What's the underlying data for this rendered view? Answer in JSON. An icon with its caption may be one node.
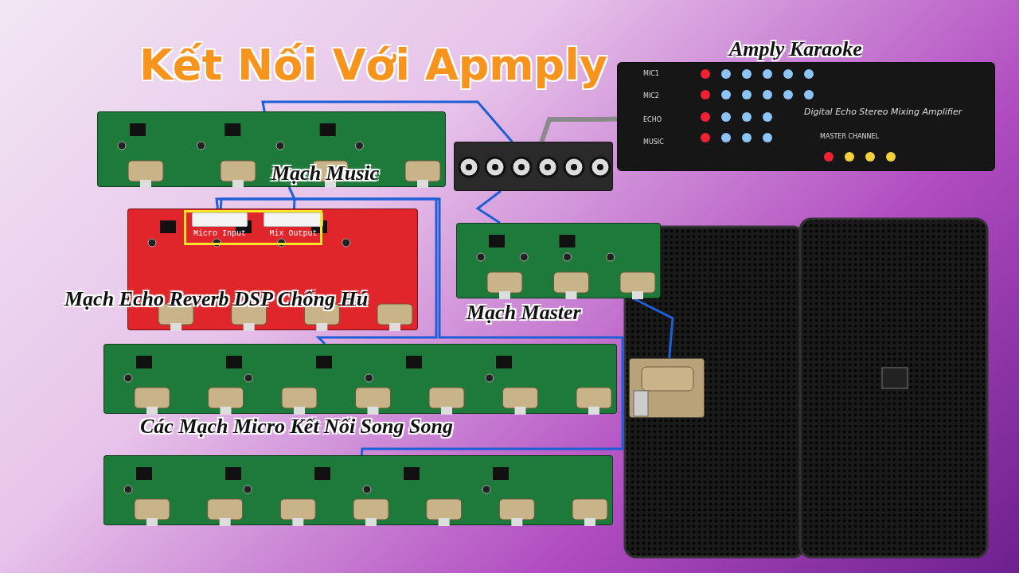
{
  "diagram": {
    "title": "Kết Nối Với Apmply",
    "nodes": [
      {
        "text": [
          "Mạch Music"
        ]
      },
      {
        "text": [
          "Mạch Echo Reverb DSP Chống Hú"
        ]
      },
      {
        "text": [
          "Micro Input"
        ],
        "in": 1
      },
      {
        "text": [
          "Mix Output"
        ],
        "in": 1
      },
      {
        "text": [
          "Mạch Master"
        ]
      },
      {
        "text": [
          "Các Mạch Micro Kết Nối Song Song"
        ]
      },
      {
        "text": [],
        "shape": "picture"
      },
      {
        "text": [],
        "shape": "picture"
      },
      {
        "text": [
          "Amply Karaoke"
        ]
      },
      {
        "text": [],
        "shape": "picture"
      }
    ],
    "edges": [
      {
        "from": 5,
        "to": 2,
        "arrow": "none"
      },
      {
        "from": 6,
        "to": 2,
        "arrow": "none"
      },
      {
        "from": 3,
        "to": 0,
        "arrow": "none"
      },
      {
        "from": 0,
        "to": 7,
        "arrow": "none"
      },
      {
        "from": 4,
        "to": 7,
        "arrow": "none"
      },
      {
        "from": 7,
        "to": 8,
        "arrow": "none",
        "color": "#8a8a8a",
        "style": "thick"
      },
      {
        "from": 4,
        "to": 9,
        "arrow": "none"
      }
    ],
    "labels": [
      "MIC1",
      "MIC2",
      "ECHO",
      "MUSIC",
      "Digital Echo Stereo Mixing Amplifier",
      "MASTER CHANNEL"
    ]
  }
}
